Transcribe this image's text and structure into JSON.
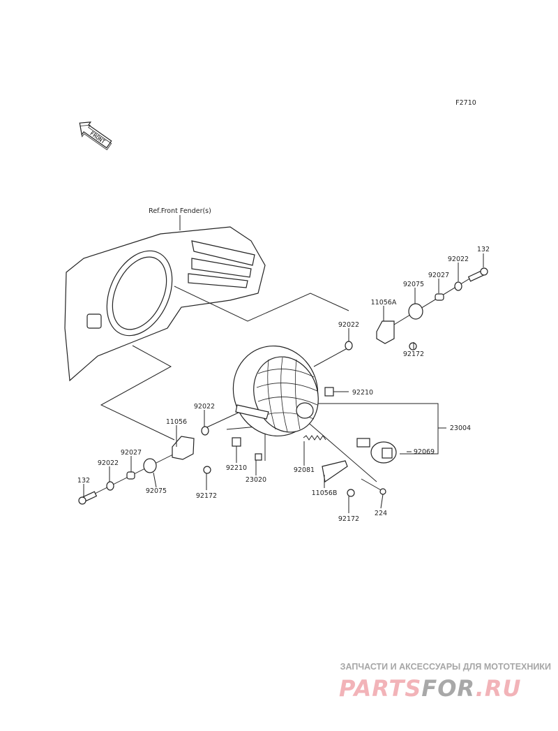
{
  "diagram": {
    "code": "F2710",
    "front_arrow": "FRONT",
    "ref_label": "Ref.Front Fender(s)",
    "parts": {
      "p132_r": "132",
      "p92022_r1": "92022",
      "p92027_r": "92027",
      "p92075_r": "92075",
      "p11056A": "11056A",
      "p92022_r2": "92022",
      "p92172_r": "92172",
      "p92210_r": "92210",
      "p23004": "23004",
      "p92069": "92069",
      "p92022_l1": "92022",
      "p11056": "11056",
      "p92027_l": "92027",
      "p92022_l2": "92022",
      "p132_l": "132",
      "p92075_l": "92075",
      "p92172_l": "92172",
      "p92210_l": "92210",
      "p23020": "23020",
      "p92081": "92081",
      "p11056B": "11056B",
      "p92172_b": "92172",
      "p224": "224"
    }
  },
  "watermark": {
    "tagline": "ЗАПЧАСТИ И АКСЕССУАРЫ ДЛЯ МОТОТЕХНИКИ",
    "logo_part1": "PARTS",
    "logo_part2": "FOR",
    "logo_part3": ".RU",
    "logo_color": "#f2b3b8"
  }
}
